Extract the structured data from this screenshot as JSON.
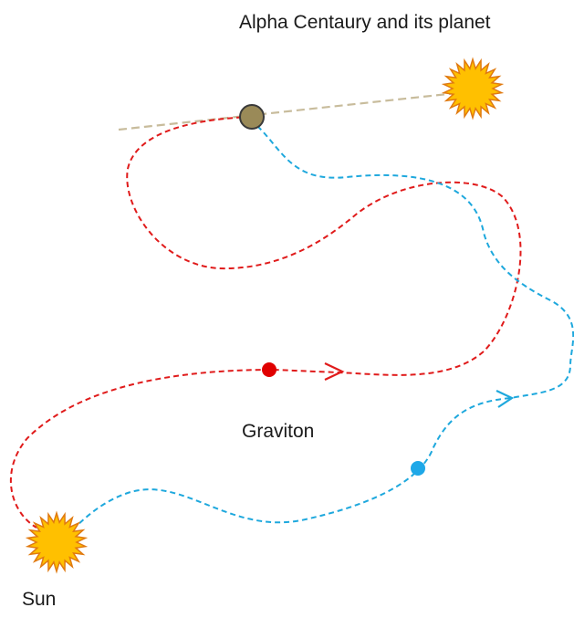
{
  "labels": {
    "title": "Alpha Centaury and its planet",
    "graviton": "Graviton",
    "sun": "Sun"
  },
  "colors": {
    "red_path": "#e01b1b",
    "blue_path": "#1ea8dd",
    "tangent_line": "#c8bc9c",
    "planet_fill": "#9a8a58",
    "planet_stroke": "#3a3a3a",
    "star_fill": "#ffc000",
    "star_stroke": "#e07a10",
    "red_dot": "#e00000",
    "blue_dot": "#1ea8e8"
  },
  "icons": {
    "sun": "sun-icon",
    "alpha_centauri": "star-icon",
    "planet": "planet-icon"
  }
}
